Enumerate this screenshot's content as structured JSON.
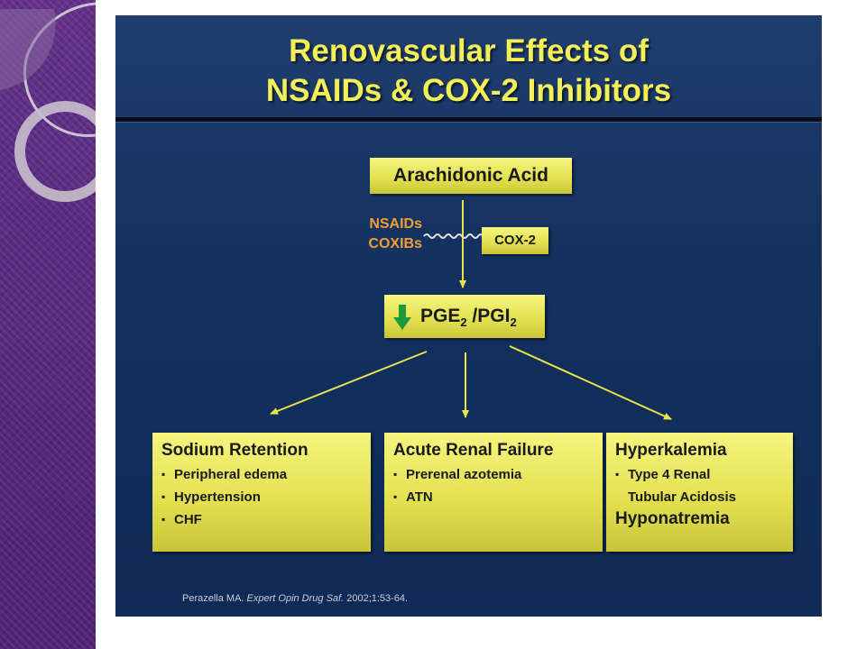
{
  "slide": {
    "title_line1": "Renovascular Effects of",
    "title_line2": "NSAIDs & COX-2 Inhibitors"
  },
  "diagram": {
    "top_node": "Arachidonic Acid",
    "inhibitors": [
      "NSAIDs",
      "COXIBs"
    ],
    "enzyme": "COX-2",
    "mediator": {
      "prefix": "PGE",
      "sub1": "2",
      "middle": " /PGI",
      "sub2": "2"
    },
    "outcomes": [
      {
        "heading": "Sodium Retention",
        "items": [
          "Peripheral edema",
          "Hypertension",
          "CHF"
        ]
      },
      {
        "heading": "Acute Renal Failure",
        "items": [
          "Prerenal azotemia",
          "ATN"
        ]
      },
      {
        "heading": "Hyperkalemia",
        "items": [
          "Type 4 Renal",
          "Tubular Acidosis"
        ],
        "heading2": "Hyponatremia"
      }
    ]
  },
  "citation": {
    "author": "Perazella MA.",
    "journal": "Expert Opin Drug Saf.",
    "ref": "2002;1:53-64."
  },
  "colors": {
    "title": "#f3ef59",
    "box": "#e2df4e",
    "inhibitor_text": "#f0a030",
    "arrow": "#e8e44a",
    "decrease_arrow": "#1e9a3c",
    "background": "#14315f"
  }
}
